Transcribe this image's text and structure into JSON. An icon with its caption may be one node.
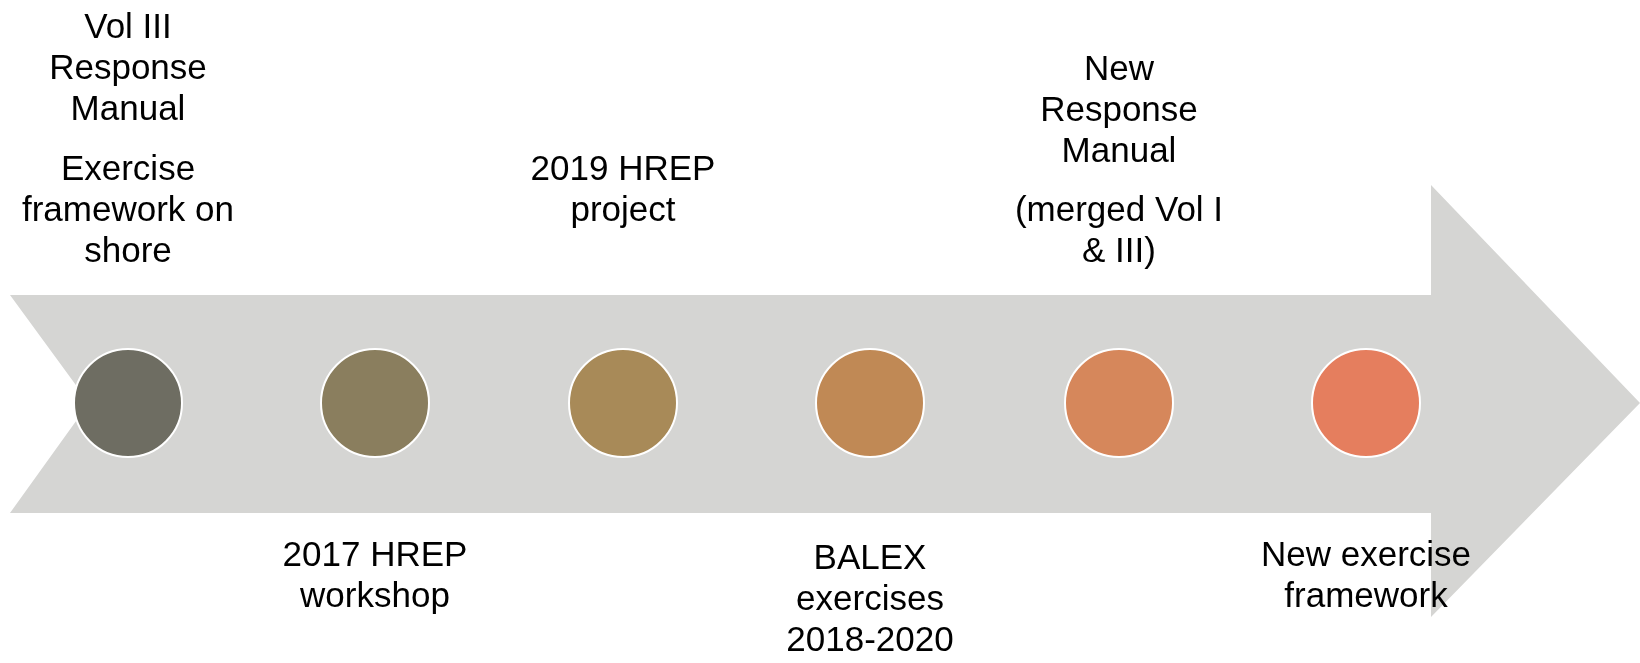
{
  "diagram": {
    "nodes": [
      {
        "text": [],
        "shape": "circle",
        "beside": [
          "Vol III Response Manual",
          "Exercise framework on shore"
        ]
      },
      {
        "text": [],
        "shape": "circle",
        "beside": [
          "2017 HREP workshop"
        ]
      },
      {
        "text": [],
        "shape": "circle",
        "beside": [
          "2019 HREP project"
        ]
      },
      {
        "text": [],
        "shape": "circle",
        "beside": [
          "BALEX exercises 2018-2020"
        ]
      },
      {
        "text": [],
        "shape": "circle",
        "beside": [
          "New Response Manual",
          "(merged Vol I & III)"
        ]
      },
      {
        "text": [],
        "shape": "circle",
        "beside": [
          "New exercise framework"
        ]
      }
    ]
  }
}
